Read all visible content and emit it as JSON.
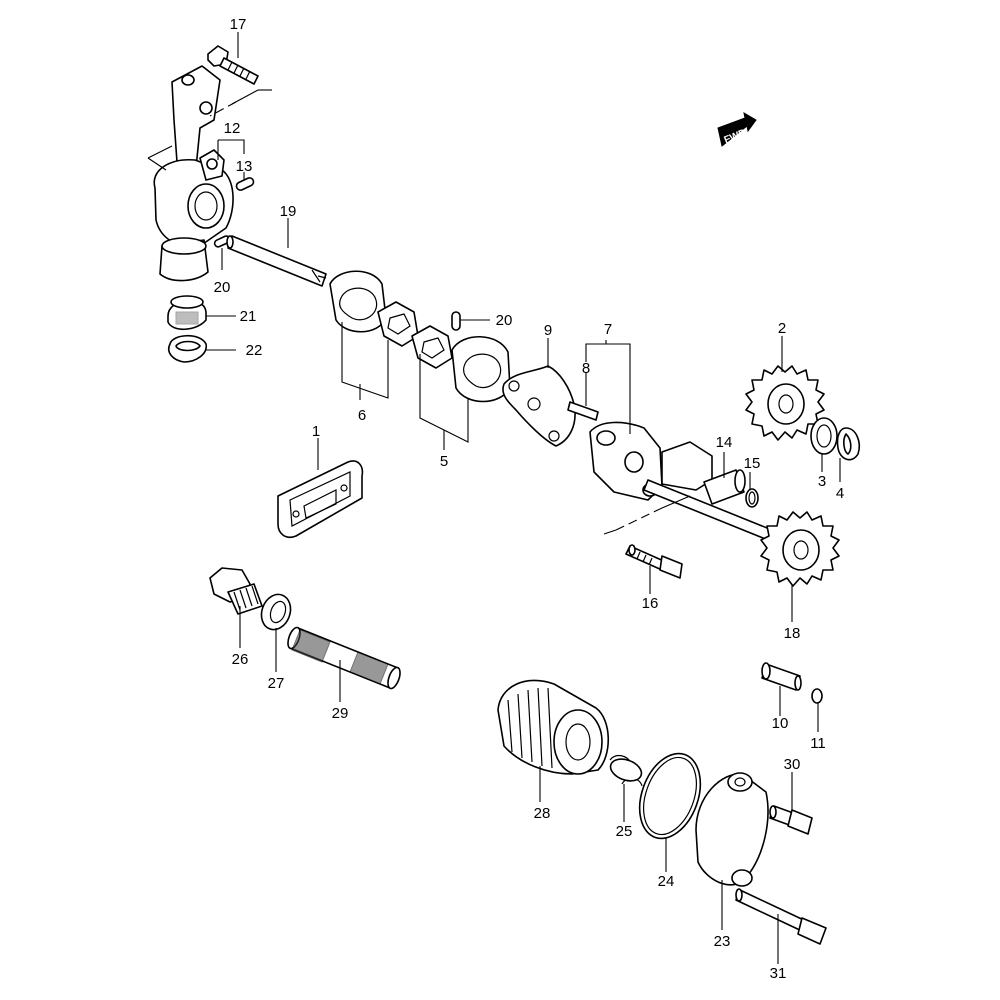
{
  "fwd_label": "FWD",
  "parts": [
    {
      "ref": "1"
    },
    {
      "ref": "2"
    },
    {
      "ref": "3"
    },
    {
      "ref": "4"
    },
    {
      "ref": "5"
    },
    {
      "ref": "6"
    },
    {
      "ref": "7"
    },
    {
      "ref": "8"
    },
    {
      "ref": "9"
    },
    {
      "ref": "10"
    },
    {
      "ref": "11"
    },
    {
      "ref": "12"
    },
    {
      "ref": "13"
    },
    {
      "ref": "14"
    },
    {
      "ref": "15"
    },
    {
      "ref": "16"
    },
    {
      "ref": "17"
    },
    {
      "ref": "18"
    },
    {
      "ref": "19"
    },
    {
      "ref": "20"
    },
    {
      "ref": "20"
    },
    {
      "ref": "21"
    },
    {
      "ref": "22"
    },
    {
      "ref": "23"
    },
    {
      "ref": "24"
    },
    {
      "ref": "25"
    },
    {
      "ref": "26"
    },
    {
      "ref": "27"
    },
    {
      "ref": "28"
    },
    {
      "ref": "29"
    },
    {
      "ref": "30"
    },
    {
      "ref": "31"
    }
  ]
}
